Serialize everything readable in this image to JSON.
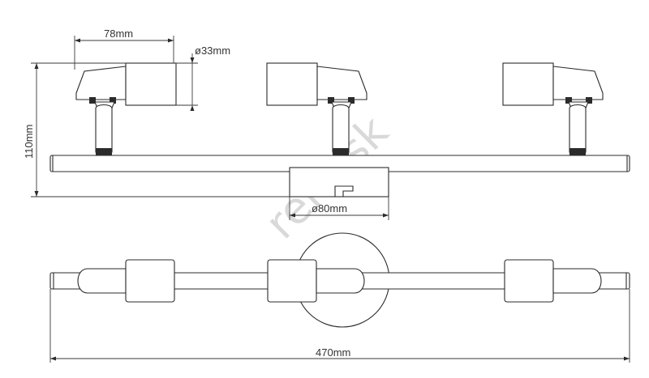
{
  "dimensions": {
    "width_label": "78mm",
    "diameter_head_label": "ø33mm",
    "height_label": "110mm",
    "base_label": "ø80mm",
    "total_length_label": "470mm"
  },
  "watermark": {
    "text": "rent.sk"
  },
  "colors": {
    "line": "#2b2b2b",
    "watermark": "#d9d9d9"
  }
}
